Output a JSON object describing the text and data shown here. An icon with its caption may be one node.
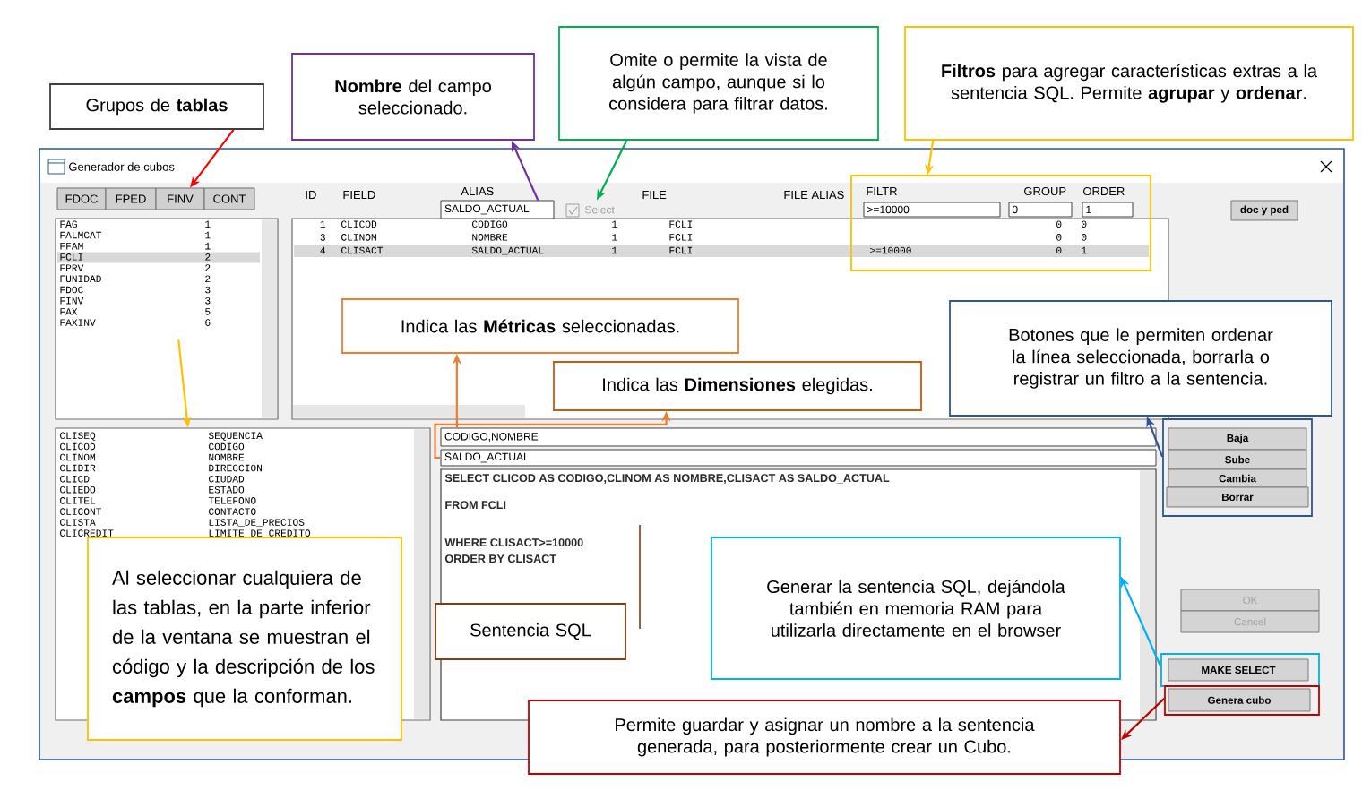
{
  "diagram": {
    "nodes": [
      {
        "text": [
          "Grupos de **tablas**"
        ]
      },
      {
        "text": [
          "**Nombre** del campo seleccionado."
        ]
      },
      {
        "text": [
          "Omite o permite la vista de algún campo, aunque si lo considera para filtrar datos."
        ]
      },
      {
        "text": [
          "**Filtros** para agregar características extras a la sentencia SQL. Permite **agrupar** y **ordenar**."
        ]
      },
      {
        "text": [
          "Generador de cubos"
        ]
      },
      {
        "text": [
          "FDOC"
        ],
        "in": 4
      },
      {
        "text": [
          "FPED"
        ],
        "in": 4
      },
      {
        "text": [
          "FINV"
        ],
        "in": 4
      },
      {
        "text": [
          "CONT"
        ],
        "in": 4
      },
      {
        "text": [
          "SALDO_ACTUAL"
        ],
        "in": 4
      },
      {
        "text": [
          "Select"
        ],
        "in": 4
      },
      {
        "text": [
          "FILTR",
          ">=10000",
          "GROUP",
          "0",
          "ORDER",
          "1"
        ],
        "in": 4
      },
      {
        "text": [
          "doc y ped"
        ],
        "in": 4
      },
      {
        "text": [
          "FAG",
          "1",
          "FALMCAT",
          "1",
          "FFAM",
          "1",
          "FCLI",
          "2",
          "FPRV",
          "2",
          "FUNIDAD",
          "2",
          "FDOC",
          "3",
          "FINV",
          "3",
          "FAX",
          "5",
          "FAXINV",
          "6"
        ],
        "in": 4
      },
      {
        "text": [
          "1",
          "CLICOD",
          "CODIGO",
          "1",
          "FCLI",
          "0",
          "0",
          "3",
          "CLINOM",
          "NOMBRE",
          "1",
          "FCLI",
          "0",
          "0",
          "4",
          "CLISACT",
          "SALDO_ACTUAL",
          "1",
          "FCLI",
          ">=10000",
          "0",
          "1"
        ],
        "in": 4
      },
      {
        "text": [
          "CLISEQ",
          "SEQUENCIA",
          "CLICOD",
          "CODIGO",
          "CLINOM",
          "NOMBRE",
          "CLIDIR",
          "DIRECCION",
          "CLICD",
          "CIUDAD",
          "CLIEDO",
          "ESTADO",
          "CLITEL",
          "TELEFONO",
          "CLICONT",
          "CONTACTO",
          "CLISTA",
          "LISTA_DE_PRECIOS",
          "CLICREDIT",
          "LIMITE_DE_CREDITO"
        ],
        "in": 4
      },
      {
        "text": [
          "CODIGO,NOMBRE"
        ],
        "in": 4
      },
      {
        "text": [
          "SALDO_ACTUAL"
        ],
        "in": 4
      },
      {
        "text": [
          "SELECT CLICOD AS CODIGO,CLINOM AS NOMBRE,CLISACT AS SALDO_ACTUAL",
          "FROM FCLI",
          "WHERE CLISACT>=10000",
          "ORDER BY CLISACT"
        ],
        "in": 4
      },
      {
        "text": [],
        "shape": "box",
        "in": 4
      },
      {
        "text": [
          "Baja"
        ],
        "in": 19
      },
      {
        "text": [
          "Sube"
        ],
        "in": 19
      },
      {
        "text": [
          "Cambia"
        ],
        "in": 19
      },
      {
        "text": [
          "Borrar"
        ],
        "in": 19
      },
      {
        "text": [
          "OK"
        ],
        "in": 4
      },
      {
        "text": [
          "Cancel"
        ],
        "in": 4
      },
      {
        "text": [
          "MAKE SELECT"
        ],
        "in": 4
      },
      {
        "text": [
          "Genera cubo"
        ],
        "in": 4
      },
      {
        "text": [
          "Al seleccionar cualquiera de las tablas, en la parte inferior de la ventana se muestran el código y la descripción de los **campos** que la conforman."
        ],
        "in": 4
      },
      {
        "text": [
          "Indica las **Métricas** seleccionadas."
        ],
        "in": 14
      },
      {
        "text": [
          "Indica las **Dimensiones** elegidas."
        ],
        "in": 14
      },
      {
        "text": [
          "Sentencia SQL"
        ],
        "in": 18
      },
      {
        "text": [
          "Botones que le permiten ordenar la línea seleccionada, borrarla o registrar un filtro a la sentencia."
        ],
        "in": 4
      },
      {
        "text": [
          "Generar la sentencia SQL, dejándola también en memoria RAM para utilizarla directamente en el browser"
        ],
        "in": 18
      },
      {
        "text": [
          "Permite guardar y asignar un nombre a la sentencia generada, para posteriormente crear un Cubo."
        ]
      }
    ],
    "edges": [
      {
        "from": 0,
        "to": 7,
        "arrow": "to",
        "color": "#ff0000"
      },
      {
        "from": 9,
        "to": 1,
        "arrow": "to",
        "color": "#7030a0"
      },
      {
        "from": 2,
        "to": 10,
        "arrow": "to",
        "color": "#00b050"
      },
      {
        "from": 3,
        "to": 11,
        "arrow": "to",
        "color": "#ffc000"
      },
      {
        "from": 13,
        "to": 15,
        "arrow": "to",
        "color": "#ffc000"
      },
      {
        "from": 16,
        "to": 29,
        "arrow": "to",
        "color": "#ed7d31"
      },
      {
        "from": 17,
        "to": 30,
        "arrow": "to",
        "color": "#ed7d31"
      },
      {
        "from": 19,
        "to": 32,
        "arrow": "to",
        "color": "#2f5597"
      },
      {
        "from": 26,
        "to": 33,
        "arrow": "to",
        "color": "#00b0f0"
      },
      {
        "from": 27,
        "to": 34,
        "arrow": "to",
        "color": "#c00000"
      }
    ],
    "labels": [
      "ID",
      "FIELD",
      "ALIAS",
      "FILE",
      "FILE ALIAS"
    ]
  }
}
